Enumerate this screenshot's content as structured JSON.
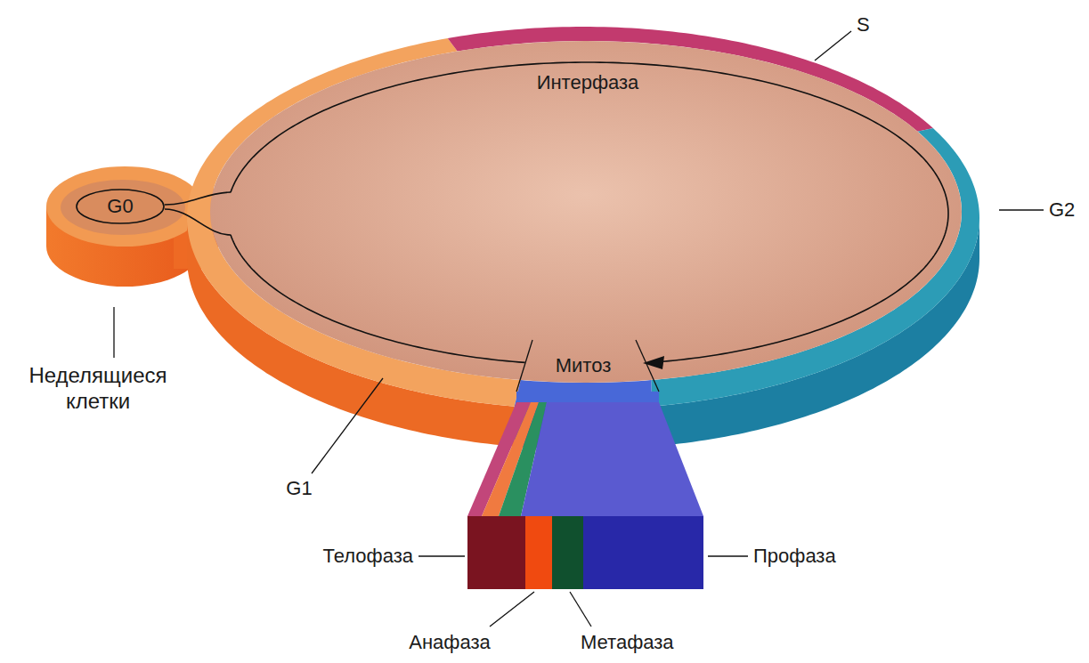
{
  "diagram": {
    "nodes": [
      {
        "text": [
          "Интерфаза"
        ]
      },
      {
        "text": [
          "G0"
        ]
      }
    ],
    "labels": [
      "S",
      "G2",
      "Неделящиеся клетки",
      "G1",
      "Митоз",
      "Телофаза",
      "Профаза",
      "Анафаза",
      "Метафаза"
    ]
  }
}
